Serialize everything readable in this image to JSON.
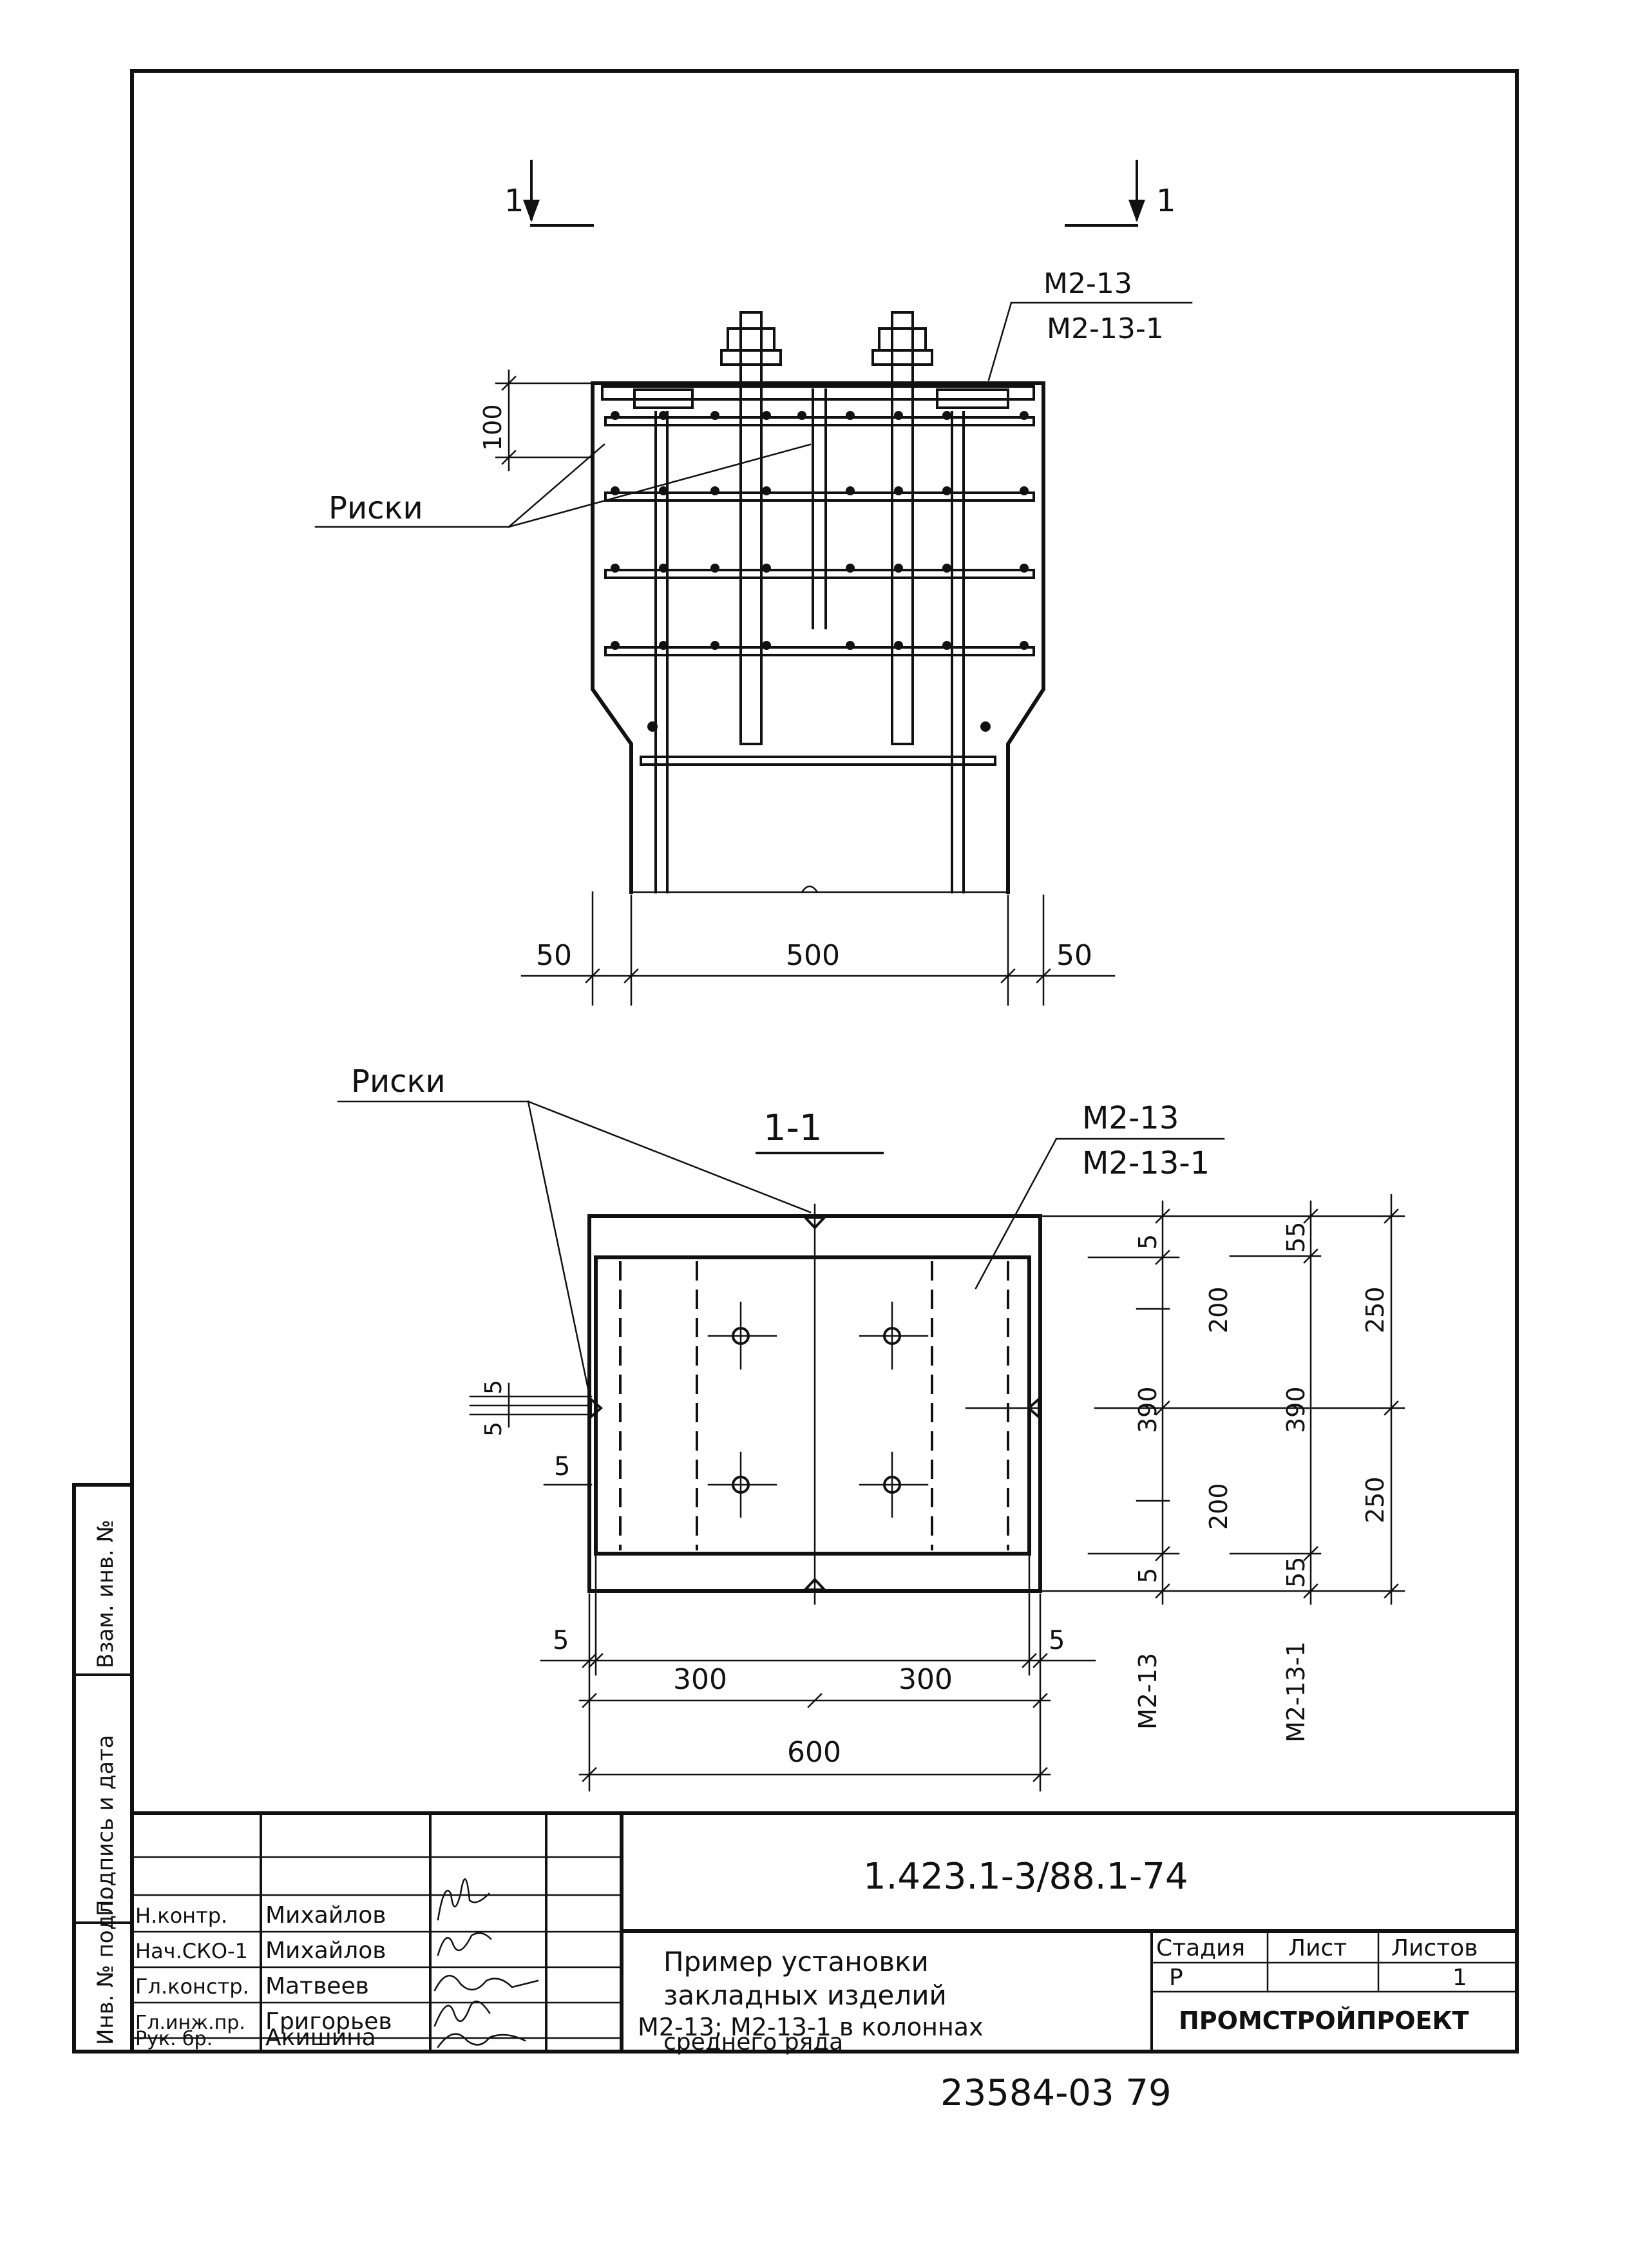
{
  "drawing": {
    "section_marks": {
      "left": "1",
      "right": "1"
    },
    "elevation": {
      "leader_label_top": "М2-13",
      "leader_label_bottom": "М2-13-1",
      "dim_depth": "100",
      "risks_label": "Риски",
      "dim_left": "50",
      "dim_middle": "500",
      "dim_right": "50"
    },
    "section": {
      "title": "1-1",
      "risks_label": "Риски",
      "leader_label_top": "М2-13",
      "leader_label_bottom": "М2-13-1",
      "dim_stack_1": [
        "5",
        "200",
        "390",
        "200",
        "5"
      ],
      "dim_stack_1_caption": "М2-13",
      "dim_stack_2": [
        "55",
        "390",
        "55"
      ],
      "dim_stack_2_caption": "М2-13-1",
      "dim_stack_3": [
        "250",
        "250"
      ],
      "dim_left_small_a": "5",
      "dim_left_small_b": "5",
      "dim_left_5": "5",
      "dim_bottom_left_5": "5",
      "dim_bottom_right_5": "5",
      "dim_half_left": "300",
      "dim_half_right": "300",
      "dim_total": "600"
    }
  },
  "side_strip": {
    "cells": [
      "Инв. № подл.",
      "Подпись и дата",
      "Взам. инв. №"
    ]
  },
  "title_block": {
    "doc_code": "1.423.1-3/88.1-74",
    "rows": [
      {
        "role": "Н.контр.",
        "name": "Михайлов"
      },
      {
        "role": "Нач.СКО-1",
        "name": "Михайлов"
      },
      {
        "role": "Гл.констр.",
        "name": "Матвеев"
      },
      {
        "role": "Гл.инж.пр.",
        "name": "Григорьев"
      },
      {
        "role": "Рук. бр.",
        "name": "Акишина"
      }
    ],
    "title_lines": [
      "Пример установки",
      "закладных изделий",
      "М2-13; М2-13-1 в колоннах",
      "среднего ряда"
    ],
    "stage_header": "Стадия",
    "sheet_header": "Лист",
    "sheets_header": "Листов",
    "stage_value": "Р",
    "sheet_value": "",
    "sheets_value": "1",
    "organization": "ПРОМСТРОЙПРОЕКТ"
  },
  "footer_stamp": "23584-03  79"
}
